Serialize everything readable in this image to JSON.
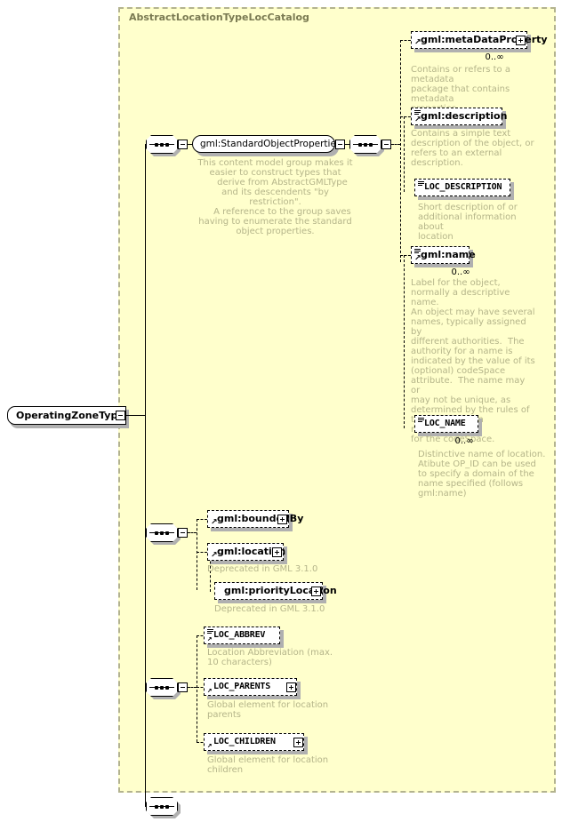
{
  "diagram": {
    "kind": "xml-schema-element-diagram",
    "root_type": "OperatingZoneType",
    "panel_title": "AbstractLocationTypeLocCatalog",
    "colors": {
      "panel_background": "#ffffcc",
      "panel_border": "#b3b38f",
      "title_text": "#7a7a52",
      "annotation_text": "#b5b58a",
      "node_fill": "#ffffff",
      "node_border": "#000000",
      "shadow": "#b0b0b0"
    }
  },
  "nodes": {
    "root": {
      "label": "OperatingZoneType",
      "expander": "minus"
    },
    "group": {
      "label": "gml:StandardObjectProperties",
      "expander": "minus",
      "annotation": "This content model group makes it\neasier to construct types that\n     derive from AbstractGMLType\nand its descendents \"by restriction\".\n     A reference to the group saves\nhaving to enumerate the standard\nobject properties."
    },
    "metaDataProperty": {
      "label": "gml:metaDataProperty",
      "expander": "plus",
      "cardinality": "0..∞",
      "annotation": "Contains or refers to a metadata\npackage that contains metadata\nproperties."
    },
    "description": {
      "label": "gml:description",
      "expander": "none",
      "cardinality": "",
      "annotation": "Contains a simple text\ndescription of the object, or\nrefers to an external\ndescription."
    },
    "loc_description": {
      "label": "LOC_DESCRIPTION",
      "expander": "none",
      "cardinality": "",
      "annotation": "Short description of or\nadditional information about\nlocation"
    },
    "name": {
      "label": "gml:name",
      "expander": "none",
      "cardinality": "0..∞",
      "annotation": "Label for the object,\nnormally a descriptive name.\nAn object may have several\nnames, typically assigned by\ndifferent authorities.  The\nauthority for a name is\nindicated by the value of its\n(optional) codeSpace\nattribute.  The name may or\nmay not be unique, as\ndetermined by the rules of\nthe organization responsible\nfor the codeSpace."
    },
    "loc_name": {
      "label": "LOC_NAME",
      "expander": "none",
      "cardinality": "0..∞",
      "annotation": "Distinctive name of location.\nAtibute OP_ID can be used\nto specify a domain of the\nname specified (follows\ngml:name)"
    },
    "boundedBy": {
      "label": "gml:boundedBy",
      "expander": "plus",
      "cardinality": "",
      "annotation": ""
    },
    "location": {
      "label": "gml:location",
      "expander": "plus",
      "cardinality": "",
      "annotation": "Deprecated in GML 3.1.0"
    },
    "priorityLocation": {
      "label": "gml:priorityLocation",
      "expander": "plus",
      "cardinality": "",
      "annotation": "Deprecated in GML 3.1.0"
    },
    "loc_abbrev": {
      "label": "LOC_ABBREV",
      "expander": "none",
      "cardinality": "",
      "annotation": "Location Abbreviation (max.\n10 characters)"
    },
    "loc_parents": {
      "label": "LOC_PARENTS",
      "expander": "plus",
      "cardinality": "",
      "annotation": "Global element for location\nparents"
    },
    "loc_children": {
      "label": "LOC_CHILDREN",
      "expander": "plus",
      "cardinality": "",
      "annotation": "Global element for location\nchildren"
    }
  },
  "sequences": {
    "seq_top": {
      "name": "sequence-top",
      "icon": "sequence-icon",
      "expander": "minus"
    },
    "seq_inner": {
      "name": "sequence-inner",
      "icon": "sequence-icon",
      "expander": "minus"
    },
    "seq_bounds": {
      "name": "sequence-bounds",
      "icon": "sequence-icon",
      "expander": "minus"
    },
    "seq_loc": {
      "name": "sequence-loc",
      "icon": "sequence-icon",
      "expander": "minus"
    },
    "seq_bottom": {
      "name": "sequence-bottom",
      "icon": "sequence-icon",
      "expander": "none"
    }
  }
}
